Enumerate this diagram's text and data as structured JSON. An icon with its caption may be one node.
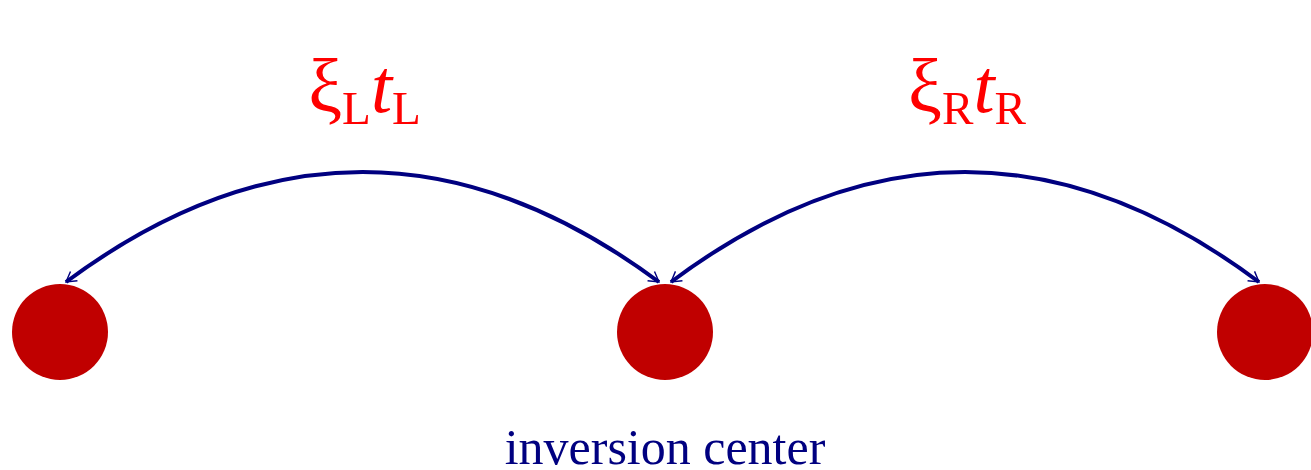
{
  "diagram": {
    "nodes": [
      {
        "text": [],
        "shape": "circle"
      },
      {
        "text": [],
        "shape": "circle",
        "beside": [
          "inversion center"
        ]
      },
      {
        "text": [],
        "shape": "circle"
      }
    ],
    "edges": [
      {
        "from": 0,
        "to": 1,
        "arrow": "both",
        "label": "ξ$_{L}$*t*$_{L}$"
      },
      {
        "from": 1,
        "to": 2,
        "arrow": "both",
        "label": "ξ$_{R}$*t*$_{R}$"
      }
    ]
  }
}
